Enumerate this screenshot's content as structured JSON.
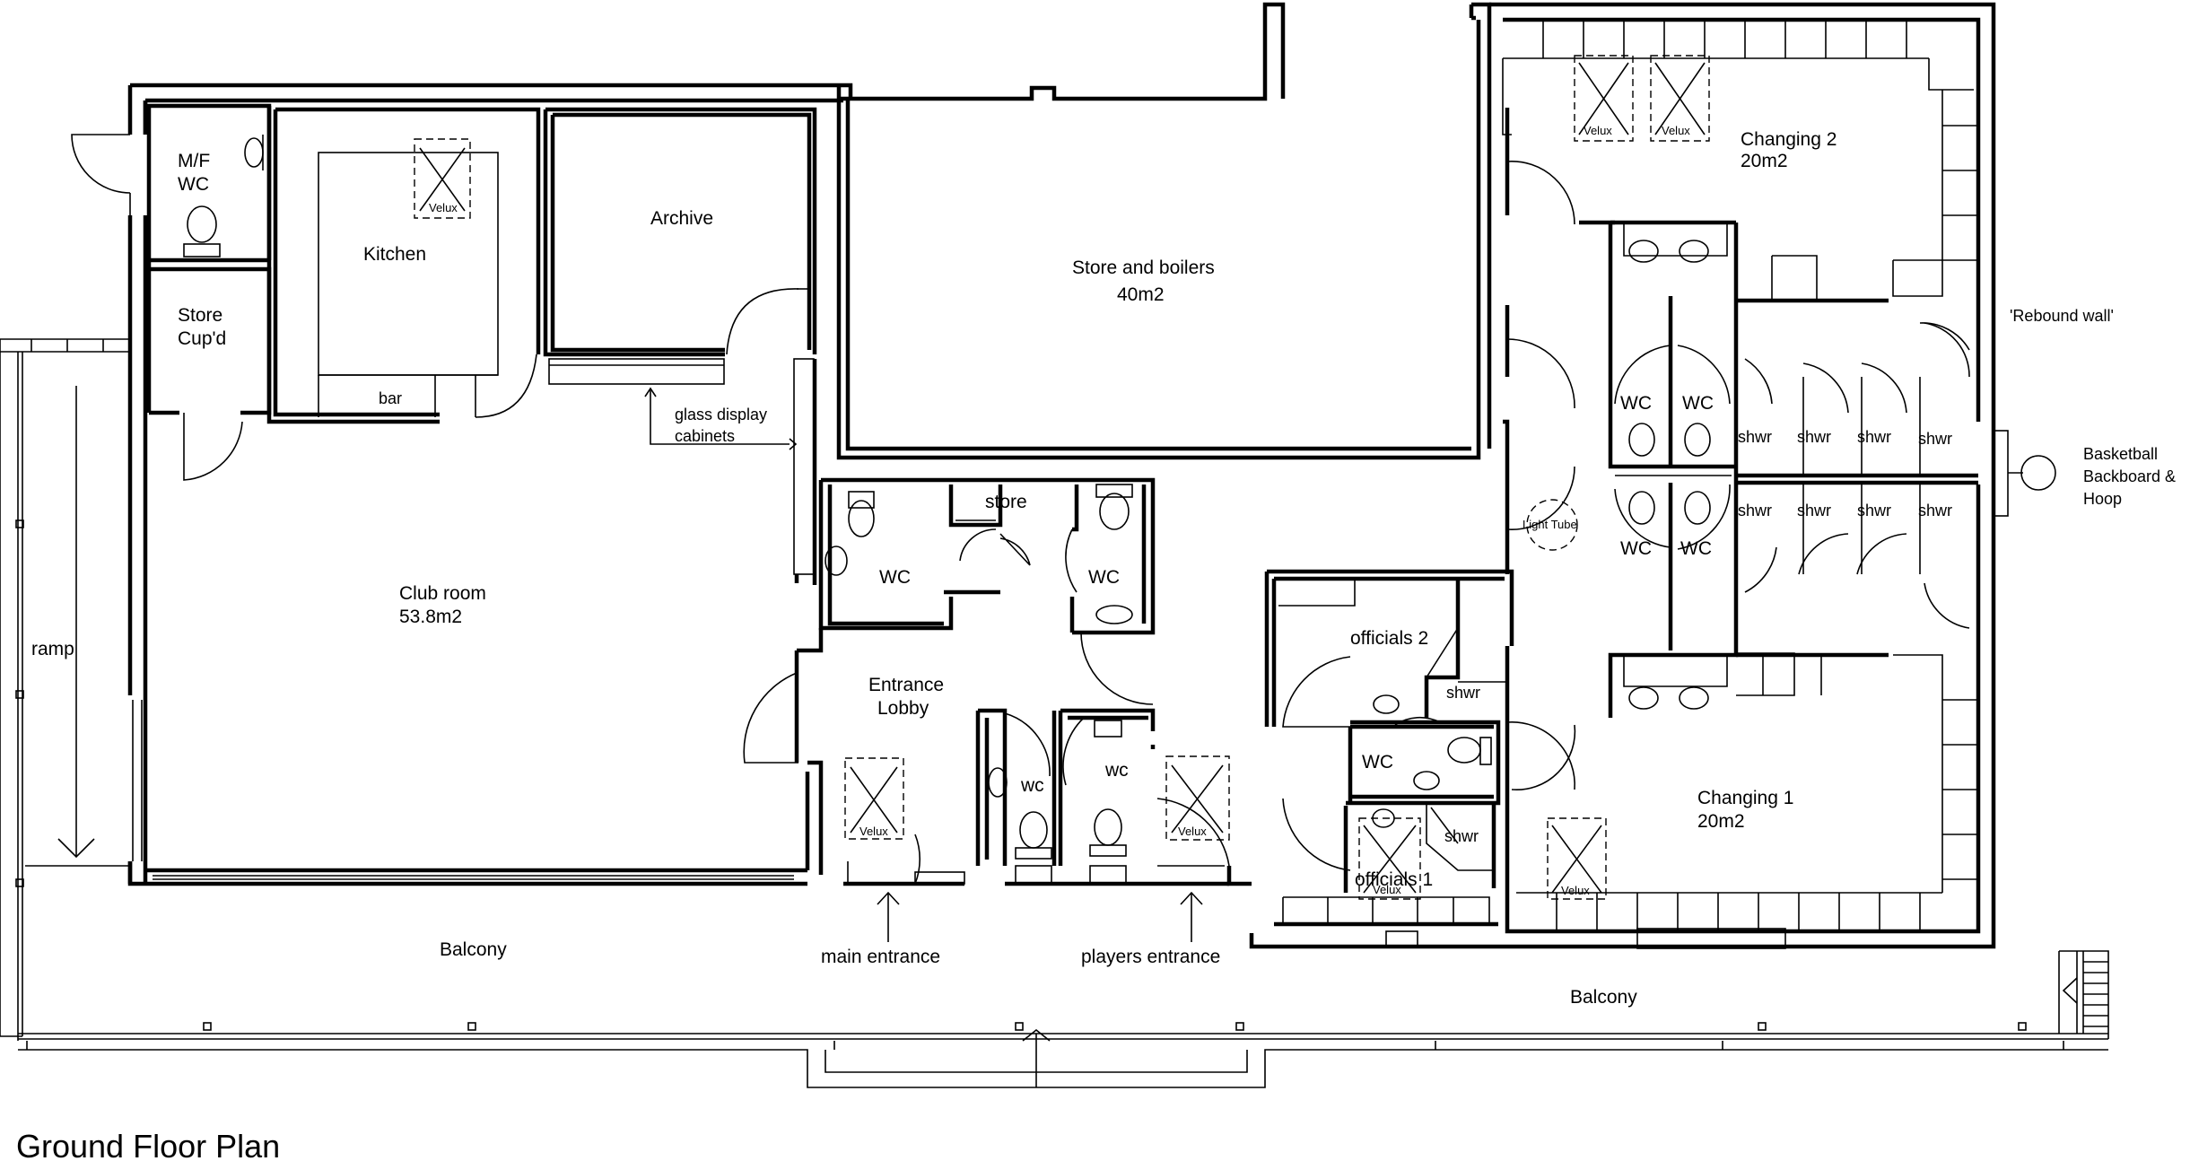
{
  "title": "Ground Floor Plan",
  "rooms": {
    "mf_wc": [
      "M/F",
      "WC"
    ],
    "store_cupd": [
      "Store",
      "Cup'd"
    ],
    "kitchen": "Kitchen",
    "bar": "bar",
    "archive": "Archive",
    "store_boilers": [
      "Store and boilers",
      "40m2"
    ],
    "club_room": [
      "Club room",
      "53.8m2"
    ],
    "glass_display": [
      "glass display",
      "cabinets"
    ],
    "store": "store",
    "wc_lobby_left": "WC",
    "wc_lobby_right": "WC",
    "entrance_lobby": [
      "Entrance",
      "Lobby"
    ],
    "wc_small_1": "wc",
    "wc_small_2": "wc",
    "officials_2": "officials 2",
    "officials_1": "officials 1",
    "officials_wc": "WC",
    "shwr_off_2": "shwr",
    "shwr_off_1": "shwr",
    "changing_2": [
      "Changing 2",
      "20m2"
    ],
    "changing_1": [
      "Changing 1",
      "20m2"
    ],
    "wc_ch_1": "WC",
    "wc_ch_2": "WC",
    "wc_ch_3": "WC",
    "wc_ch_4": "WC",
    "shwr_top": [
      "shwr",
      "shwr",
      "shwr",
      "shwr"
    ],
    "shwr_bottom": [
      "shwr",
      "shwr",
      "shwr",
      "shwr"
    ],
    "light_tube": "Light Tube",
    "ramp": "ramp",
    "balcony_left": "Balcony",
    "balcony_right": "Balcony",
    "main_entrance": "main entrance",
    "players_entrance": "players entrance",
    "rebound_wall": "'Rebound wall'",
    "basketball": [
      "Basketball",
      "Backboard &",
      "Hoop"
    ]
  },
  "velux": [
    "Velux",
    "Velux",
    "Velux",
    "Velux",
    "Velux",
    "Velux",
    "Velux"
  ]
}
